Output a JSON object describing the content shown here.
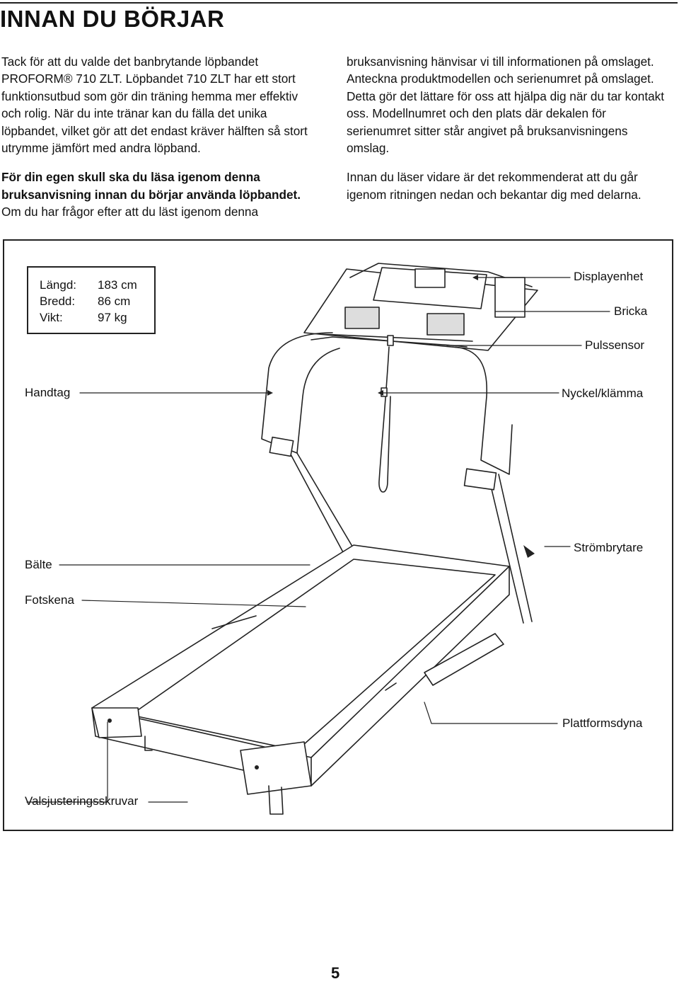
{
  "header": {
    "title": "INNAN DU BÖRJAR"
  },
  "left_column": {
    "p1": "Tack för att du valde det banbrytande löpbandet PROFORM® 710 ZLT. Löpbandet 710 ZLT har ett stort funktionsutbud som gör din träning hemma mer effektiv och rolig. När du inte tränar kan du fälla det unika löpbandet, vilket gör att det endast kräver hälften så stort utrymme jämfört med andra löpband.",
    "p2_bold": "För din egen skull ska du läsa igenom denna bruksanvisning innan du börjar använda löpbandet.",
    "p2_rest": " Om du har frågor efter att du läst igenom denna"
  },
  "right_column": {
    "p1": "bruksanvisning hänvisar vi till informationen på omslaget. Anteckna produktmodellen och serienumret på omslaget. Detta gör det lättare för oss att hjälpa dig när du tar kontakt oss. Modellnumret och den plats där dekalen för serienumret sitter står angivet på bruksanvisningens omslag.",
    "p2": "Innan du läser vidare är det rekommenderat att du går igenom ritningen nedan och bekantar dig med delarna."
  },
  "specs": {
    "rows": [
      {
        "label": "Längd:",
        "value": "183 cm"
      },
      {
        "label": "Bredd:",
        "value": "86 cm"
      },
      {
        "label": "Vikt:",
        "value": "97 kg"
      }
    ]
  },
  "callouts": {
    "display": "Displayenhet",
    "tray": "Bricka",
    "pulse": "Pulssensor",
    "handrail": "Handtag",
    "key": "Nyckel/klämma",
    "belt": "Bälte",
    "power": "Strömbrytare",
    "footrail": "Fotskena",
    "platform": "Plattformsdyna",
    "roller_screws": "Valsjusteringsskruvar"
  },
  "footer": {
    "page_number": "5"
  }
}
